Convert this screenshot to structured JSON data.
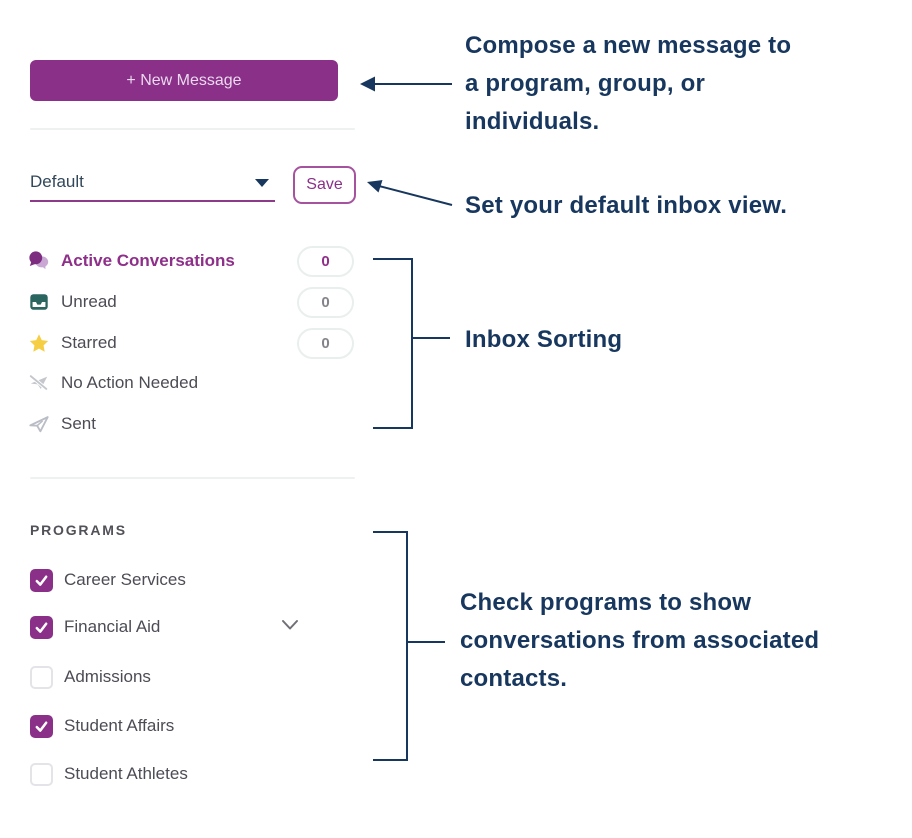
{
  "new_message_button": {
    "label": "+ New Message"
  },
  "view_selector": {
    "value": "Default",
    "save_label": "Save"
  },
  "inbox": {
    "items": [
      {
        "label": "Active Conversations",
        "count": "0",
        "icon": "chat-bubbles-icon",
        "active": true
      },
      {
        "label": "Unread",
        "count": "0",
        "icon": "inbox-tray-icon",
        "active": false
      },
      {
        "label": "Starred",
        "count": "0",
        "icon": "star-icon",
        "active": false
      },
      {
        "label": "No Action Needed",
        "icon": "send-slash-icon",
        "active": false
      },
      {
        "label": "Sent",
        "icon": "paper-plane-icon",
        "active": false
      }
    ]
  },
  "programs": {
    "header": "PROGRAMS",
    "items": [
      {
        "label": "Career Services",
        "checked": true
      },
      {
        "label": "Financial Aid",
        "checked": true,
        "expandable": true
      },
      {
        "label": "Admissions",
        "checked": false
      },
      {
        "label": "Student Affairs",
        "checked": true
      },
      {
        "label": "Student Athletes",
        "checked": false
      }
    ]
  },
  "annotations": {
    "compose": {
      "lines": [
        "Compose a new message to",
        "a program, group, or",
        "individuals."
      ]
    },
    "default_view": {
      "text": "Set your default inbox view."
    },
    "inbox_sorting": {
      "text": "Inbox Sorting"
    },
    "programs_note": {
      "lines": [
        "Check programs to show",
        "conversations from associated",
        "contacts."
      ]
    }
  },
  "colors": {
    "accent_purple": "#8a3088",
    "active_purple": "#8e2f8a",
    "annotation_navy": "#17375e",
    "star_yellow": "#f6ce44",
    "unread_teal": "#2b655f",
    "muted_gray_icon": "#b9bdc5",
    "badge_border": "#e9efed"
  }
}
